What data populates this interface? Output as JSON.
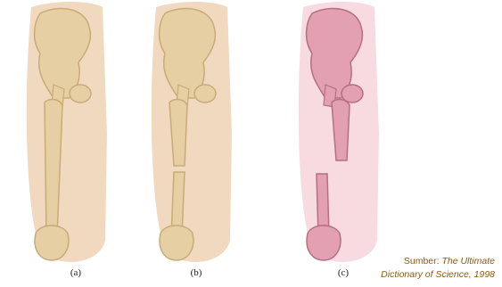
{
  "panels": [
    {
      "label": "(a)"
    },
    {
      "label": "(b)"
    },
    {
      "label": "(c)"
    }
  ],
  "credit": {
    "prefix": "Sumber:",
    "source_line1": "The Ultimate",
    "source_line2": "Dictionary of Science, 1998"
  },
  "colors": {
    "limb_shadow": "#f0d9bf",
    "bone": "#e6cfa3",
    "bone_dark": "#c9ab78",
    "limb_pink": "#f6d2d8",
    "bone_pink": "#e3a0b3",
    "credit_text": "#8a5a14"
  }
}
